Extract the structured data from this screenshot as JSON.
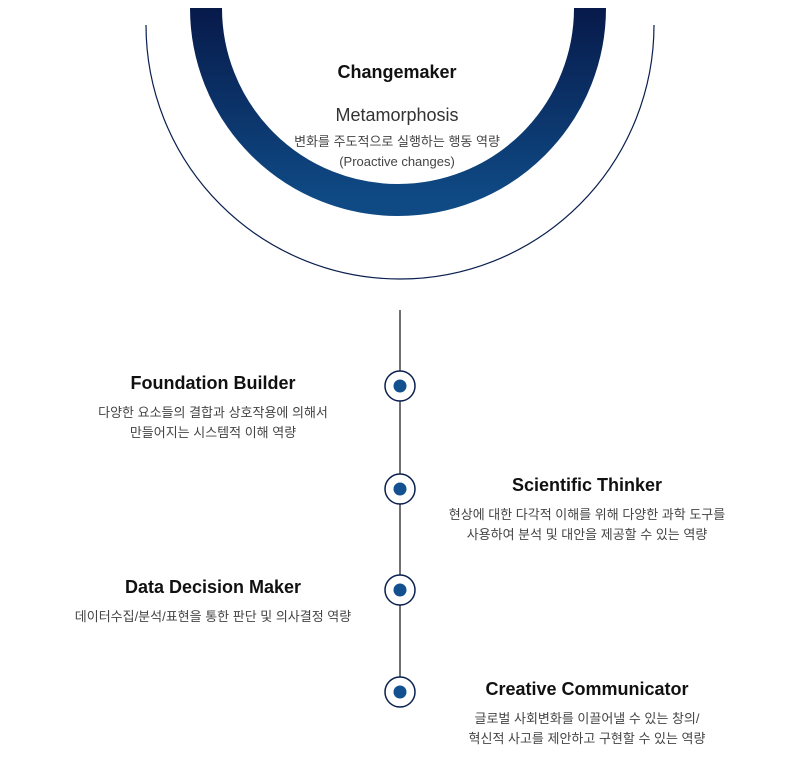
{
  "top": {
    "title": "Changemaker",
    "subtitle": "Metamorphosis",
    "desc_line1": "변화를 주도적으로 실행하는 행동 역량",
    "desc_line2": "(Proactive  changes)"
  },
  "items": [
    {
      "title": "Foundation Builder",
      "line1": "다양한 요소들의 결합과 상호작용에 의해서",
      "line2": "만들어지는 시스템적 이해 역량"
    },
    {
      "title": "Scientific Thinker",
      "line1": "현상에 대한 다각적 이해를 위해 다양한 과학 도구를",
      "line2": "사용하여 분석 및 대안을 제공할 수 있는 역량"
    },
    {
      "title": "Data Decision Maker",
      "line1": "데이터수집/분석/표현을 통한 판단 및 의사결정 역량"
    },
    {
      "title": "Creative Communicator",
      "line1": "글로벌 사회변화를 이끌어낼 수 있는 창의/",
      "line2": "혁신적 사고를 제안하고 구현할 수 있는 역량"
    }
  ],
  "colors": {
    "navy_dark": "#071a4a",
    "navy": "#0f4a85",
    "dot": "#12508f"
  }
}
